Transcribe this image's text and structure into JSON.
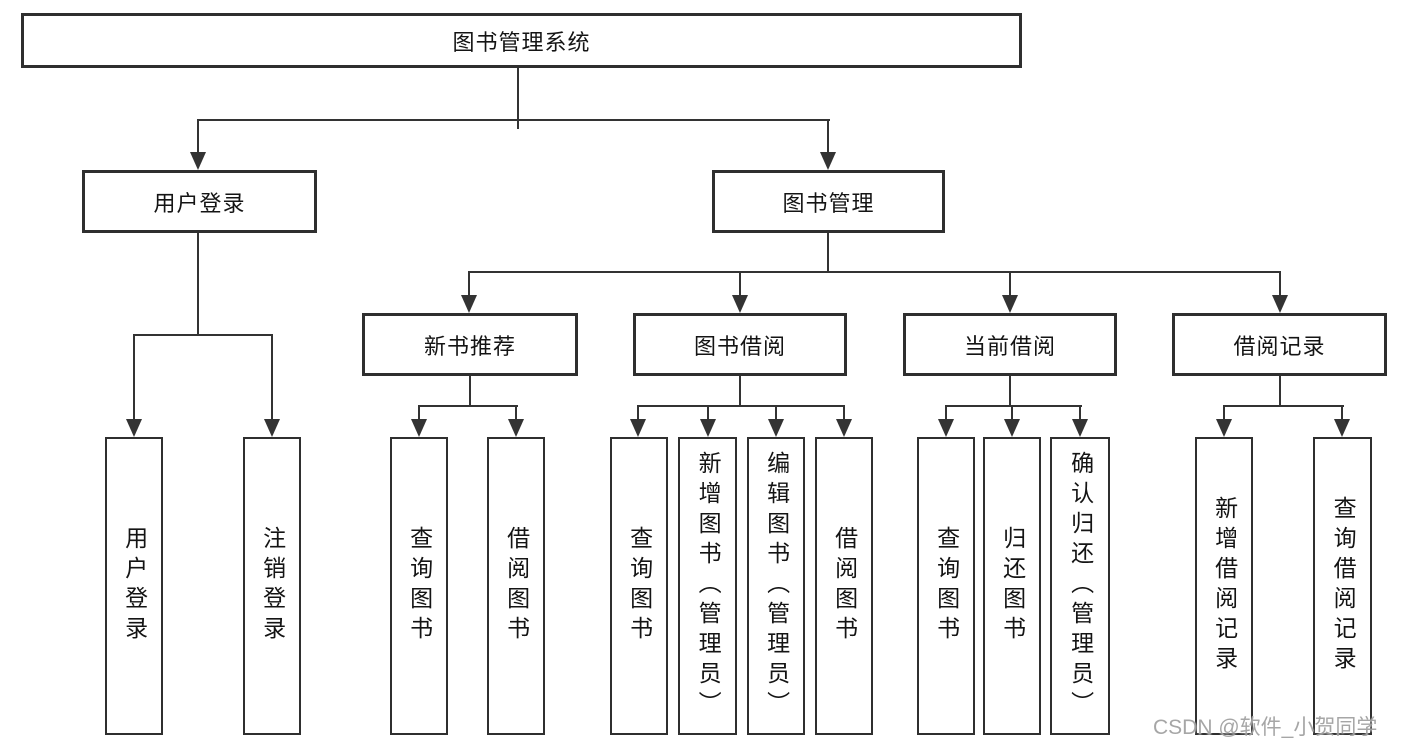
{
  "tree": {
    "label": "图书管理系统",
    "children": [
      {
        "label": "用户登录",
        "children": [
          {
            "label": "用户登录"
          },
          {
            "label": "注销登录"
          }
        ]
      },
      {
        "label": "图书管理",
        "children": [
          {
            "label": "新书推荐",
            "children": [
              {
                "label": "查询图书"
              },
              {
                "label": "借阅图书"
              }
            ]
          },
          {
            "label": "图书借阅",
            "children": [
              {
                "label": "查询图书"
              },
              {
                "label": "新增图书（管理员）"
              },
              {
                "label": "编辑图书（管理员）"
              },
              {
                "label": "借阅图书"
              }
            ]
          },
          {
            "label": "当前借阅",
            "children": [
              {
                "label": "查询图书"
              },
              {
                "label": "归还图书"
              },
              {
                "label": "确认归还（管理员）"
              }
            ]
          },
          {
            "label": "借阅记录",
            "children": [
              {
                "label": "新增借阅记录"
              },
              {
                "label": "查询借阅记录"
              }
            ]
          }
        ]
      }
    ]
  },
  "watermark": {
    "text": "CSDN @软件_小贺同学"
  },
  "colors": {
    "line": "#333333",
    "box_border": "#2f2f2f",
    "background": "#ffffff",
    "text": "#141414",
    "watermark": "#9e9e9e"
  }
}
